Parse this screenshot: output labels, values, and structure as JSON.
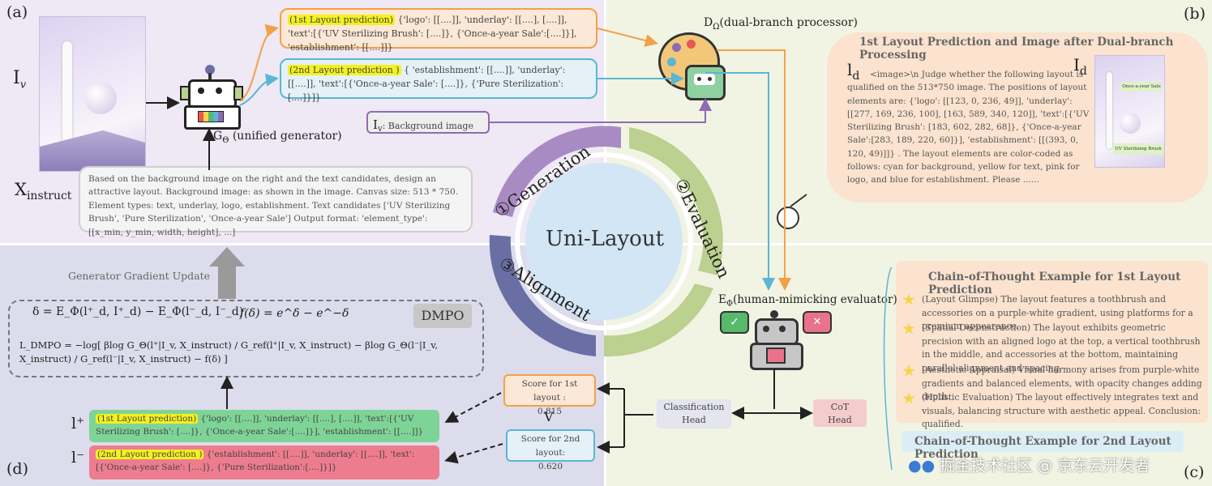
{
  "panels": {
    "a": "(a)",
    "b": "(b)",
    "c": "(c)",
    "d": "(d)"
  },
  "inputs": {
    "iv": "I",
    "iv_sub": "v",
    "x_instruct": "X",
    "x_instruct_sub": "instruct"
  },
  "generator": {
    "label": "G",
    "sub": "Θ",
    "desc": "(unified generator)"
  },
  "prediction1": {
    "tag": "(1st Layout prediction)",
    "text": "{'logo': [[....]], 'underlay': [[....], [....]], 'text':[{'UV Sterilizing Brush': [....]}, {'Once-a-year Sale':[....]}], 'establishment': [[....]]}"
  },
  "prediction2": {
    "tag": "(2nd Layout prediction )",
    "text": "{ 'establishment': [[....]], 'underlay': [[....]], 'text':[{'Once-a-year Sale': [....]}, {'Pure Sterilization':[....]}]}"
  },
  "bg_input": {
    "label": "I",
    "sub": "v",
    "text": ": Background image"
  },
  "instruction": "Based on the background image on the right and the text candidates, design an attractive layout. Background image: as shown in the image. Canvas size: 513 * 750. Element types: text, underlay, logo, establishment. Text candidates ['UV Sterilizing Brush', 'Pure Sterilization', 'Once-a-year Sale'] Output format: 'element_type': [[x_min, y_min, width, height], ...]",
  "processor": {
    "label": "D",
    "sub": "Ω",
    "desc": "(dual-branch processor)"
  },
  "panel_b": {
    "title": "1st Layout Prediction and Image after Dual-branch Processing",
    "ld": "l",
    "ld_sub": "d",
    "Id": "I",
    "Id_sub": "d",
    "text": "<image>\\n Judge whether the following layout is qualified on the 513*750 image. The positions of layout elements are: {'logo': [[123, 0, 236, 49]], 'underlay': [[277, 169, 236, 100], [163, 589, 340, 120]], 'text':[{'UV Sterilizing Brush': [183, 602, 282, 68]}, {'Once-a-year Sale':[283, 189, 220, 60]}], 'establishment': [[(393, 0, 120, 49)]]} . The layout elements are color-coded as follows: cyan for background, yellow for text, pink for logo, and blue for establishment. Please ......",
    "img_label1": "Once-a-year Sale",
    "img_label2": "UV Sterilizing Brush"
  },
  "cycle": {
    "center": "Uni-Layout",
    "generation": "①Generation",
    "evaluation": "②Evaluation",
    "alignment": "③Alignment"
  },
  "evaluator": {
    "label": "E",
    "sub": "Φ",
    "desc": "(human-mimicking evaluator)"
  },
  "heads": {
    "classification": "Classification Head",
    "cot": "CoT Head"
  },
  "scores": {
    "s1_label": "Score for 1st layout :",
    "s1_value": "0.815",
    "s2_label": "Score for 2nd layout:",
    "s2_value": "0.620",
    "compare": "V"
  },
  "cot": {
    "title1": "Chain-of-Thought Example for 1st Layout Prediction",
    "items": [
      "(Layout Glimpse) The layout features a toothbrush and accessories on a purple-white gradient, using platforms for a premium appearance.",
      "(Spatial Deconstruction) The layout exhibits geometric precision with an aligned logo at the top, a vertical toothbrush in the middle, and accessories at the bottom, maintaining parallel alignment and spacing.",
      "(Aesthetic Appraisal) Visual harmony arises from purple-white gradients and balanced elements, with opacity changes adding depth.",
      "(Holistic Evaluation) The layout effectively integrates text and visuals, balancing structure with aesthetic appeal. Conclusion: qualified."
    ],
    "title2": "Chain-of-Thought Example for 2nd Layout Prediction"
  },
  "alignment": {
    "gradient_update": "Generator Gradient Update",
    "dmpo": "DMPO",
    "delta_eq": "δ = E_Φ(l⁺_d, I⁺_d) − E_Φ(l⁻_d, I⁻_d)",
    "f_eq": "f(δ) = e^δ − e^−δ",
    "loss_eq": "L_DMPO = −log[ βlog G_Θ(l⁺|I_v, X_instruct) / G_ref(l⁺|I_v, X_instruct) − βlog G_Θ(l⁻|I_v, X_instruct) / G_ref(l⁻|I_v, X_instruct) − f(δ) ]"
  },
  "pos_layout": {
    "sym": "l⁺",
    "tag": "(1st Layout prediction)",
    "text": "{'logo': [[....]], 'underlay': [[....], [....]], 'text':[{'UV Sterilizing Brush': [....]}, {'Once-a-year Sale':[....]}], 'establishment': [[....]]}"
  },
  "neg_layout": {
    "sym": "l⁻",
    "tag": "(2nd Layout prediction )",
    "text": "{'establishment': [[....]], 'underlay': [[....]], 'text':[{'Once-a-year Sale': [....]}, {'Pure Sterilization':[....]}]}"
  },
  "watermark": "掘金技术社区 @ 京东云开发者",
  "colors": {
    "panel_a": "#efe8f5",
    "panel_b": "#f1f4e3",
    "panel_c": "#f1f4e3",
    "panel_d": "#dcdcec",
    "orange": "#f3a04a",
    "blue": "#5ab6d3",
    "purple": "#8e6bb4",
    "green_ring": "#bcd08f",
    "purple_ring": "#a98bc4",
    "navy_ring": "#6a6fa3"
  }
}
